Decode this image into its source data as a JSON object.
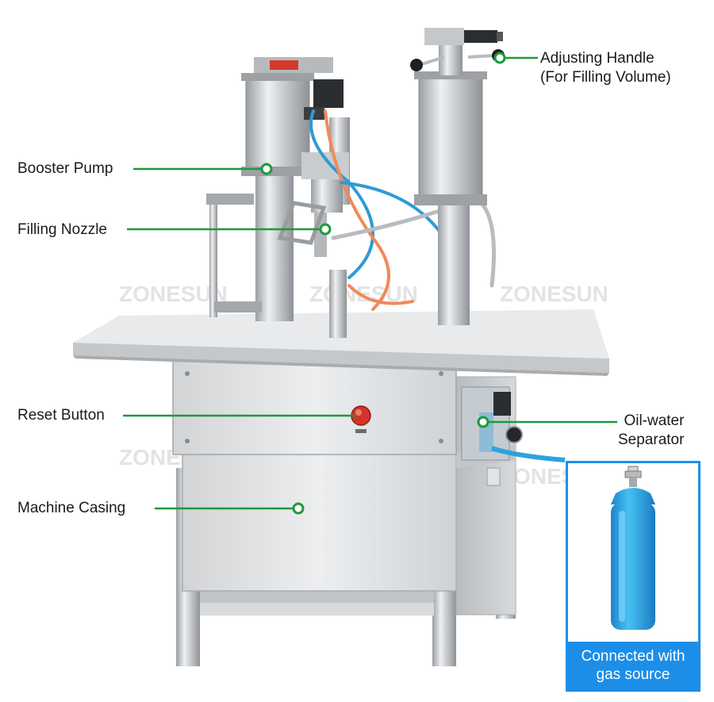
{
  "watermark": "ZONESUN",
  "callouts": {
    "adjusting_handle": [
      "Adjusting Handle",
      "(For Filling Volume)"
    ],
    "booster_pump": "Booster Pump",
    "filling_nozzle": "Filling Nozzle",
    "reset_button": "Reset Button",
    "oil_water_separator": [
      "Oil-water",
      "Separator"
    ],
    "machine_casing": "Machine Casing"
  },
  "gas_source": [
    "Connected with",
    "gas source"
  ],
  "colors": {
    "callout_green": "#1d9a3c",
    "accent_blue": "#1c8ee8",
    "cylinder_blue": "#2aa7e6",
    "reset_red": "#e53a2c"
  }
}
